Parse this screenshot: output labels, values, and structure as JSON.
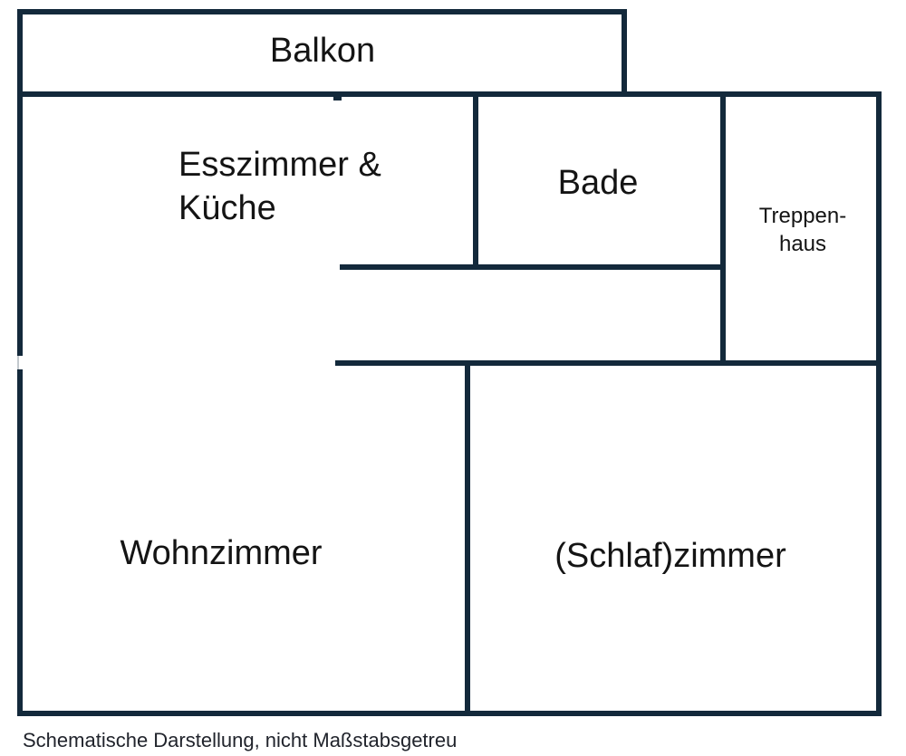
{
  "diagram": {
    "type": "floor-plan",
    "rooms": {
      "balkon": {
        "label": "Balkon"
      },
      "esszimmer_kueche": {
        "line1": "Esszimmer &",
        "line2": "Küche"
      },
      "bade": {
        "label": "Bade"
      },
      "treppenhaus": {
        "line1": "Treppen-",
        "line2": "haus"
      },
      "wohnzimmer": {
        "label": "Wohnzimmer"
      },
      "schlafzimmer": {
        "label": "(Schlaf)zimmer"
      }
    },
    "caption": "Schematische Darstellung, nicht Maßstabsgetreu",
    "colors": {
      "wall": "#13293b",
      "label_text": "#141414",
      "caption_text": "#21242c",
      "background": "#ffffff",
      "door_gap_edge": "#c3c9ce"
    }
  }
}
